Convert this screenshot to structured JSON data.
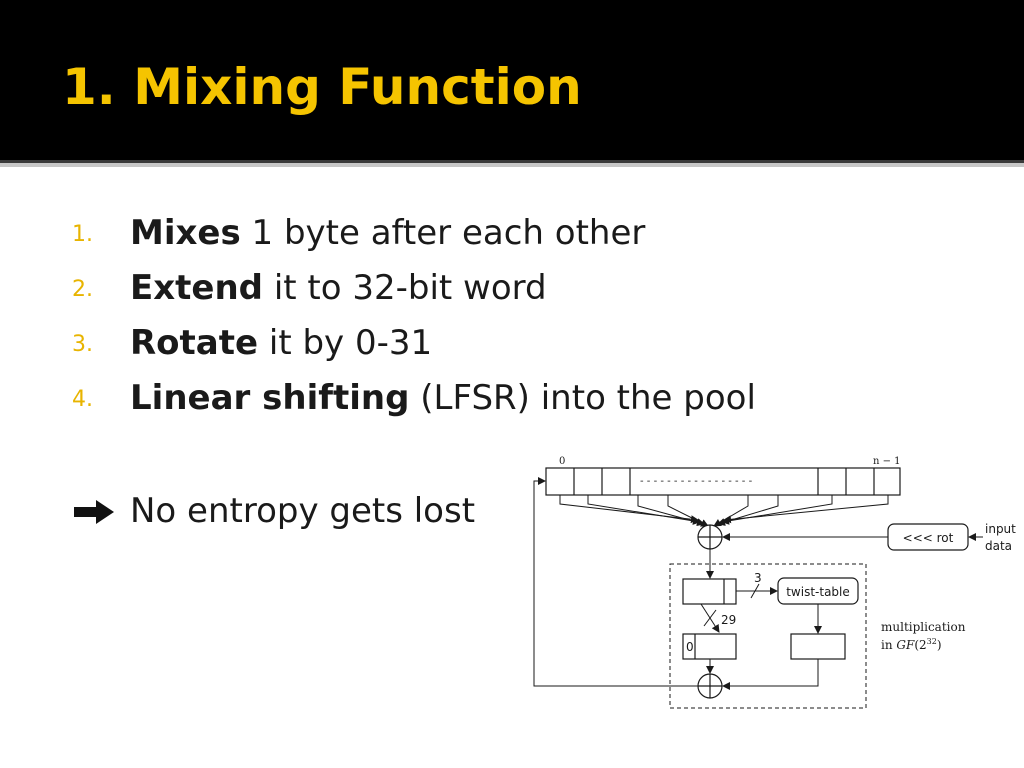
{
  "slide": {
    "title": "1. Mixing Function",
    "items": [
      {
        "number": "1.",
        "bold": "Mixes",
        "rest": " 1 byte after each other"
      },
      {
        "number": "2.",
        "bold": "Extend",
        "rest": " it to 32-bit word"
      },
      {
        "number": "3.",
        "bold": "Rotate",
        "rest": " it by 0-31"
      },
      {
        "number": "4.",
        "bold": "Linear shifting",
        "rest": " (LFSR) into the pool"
      }
    ],
    "conclusion": "No entropy gets lost",
    "conclusion_icon": "right-arrow-icon"
  },
  "diagram": {
    "pool_start_label": "0",
    "pool_end_label": "n − 1",
    "pool_dots": "- - - - - - - - - - - - - - - - -",
    "rot_box": "<<< rot",
    "input_label_1": "input",
    "input_label_2": "data",
    "shift_3": "3",
    "twist_table": "twist-table",
    "shift_29": "29",
    "zero_bit": "0",
    "mult_label_1": "multiplication",
    "mult_label_2_prefix": "in ",
    "mult_label_2_gf": "GF",
    "mult_label_2_open": "(2",
    "mult_label_2_exp": "32",
    "mult_label_2_close": ")"
  },
  "colors": {
    "header_background": "#000000",
    "title": "#f5c400",
    "list_number": "#e8b400",
    "body_text": "#1a1a1a"
  }
}
